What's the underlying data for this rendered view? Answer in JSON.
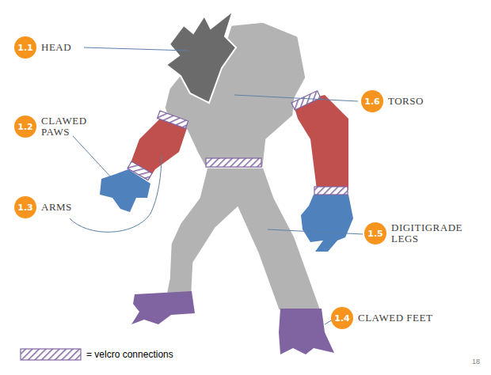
{
  "diagram": {
    "nodes": [
      {
        "text": [
          "1.1",
          "HEAD"
        ]
      },
      {
        "text": [
          "1.2",
          "CLAWED PAWS"
        ]
      },
      {
        "text": [
          "1.3",
          "ARMS"
        ]
      },
      {
        "text": [
          "1.6",
          "TORSO"
        ]
      },
      {
        "text": [
          "1.5",
          "DIGITIGRADE LEGS"
        ]
      },
      {
        "text": [
          "1.4",
          "CLAWED FEET"
        ]
      }
    ],
    "labels": [
      "18"
    ],
    "legend": [
      {
        "text": "= velcro connections"
      }
    ]
  }
}
